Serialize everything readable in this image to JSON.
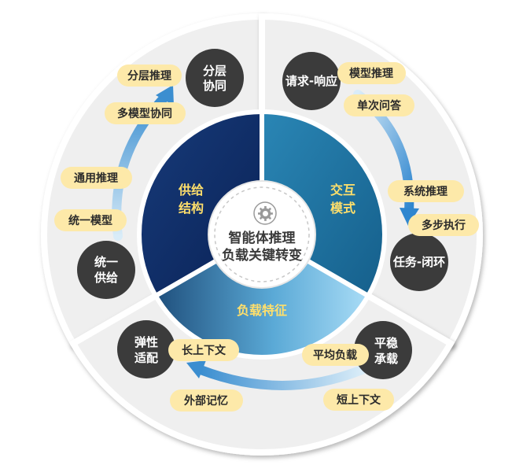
{
  "center": {
    "line1": "智能体推理",
    "line2": "负载关键转变",
    "icon": "gear-icon"
  },
  "segments": {
    "supply": {
      "line1": "供给",
      "line2": "结构"
    },
    "interaction": {
      "line1": "交互",
      "line2": "模式"
    },
    "load": {
      "label": "负载特征"
    }
  },
  "nodes": {
    "layered": {
      "line1": "分层",
      "line2": "协同"
    },
    "request": {
      "label": "请求-响应"
    },
    "task": {
      "label": "任务-闭环"
    },
    "stable": {
      "line1": "平稳",
      "line2": "承载"
    },
    "elastic": {
      "line1": "弹性",
      "line2": "适配"
    },
    "unified": {
      "line1": "统一",
      "line2": "供给"
    }
  },
  "pills": {
    "layered_reasoning": "分层推理",
    "multi_model": "多模型协同",
    "general_reasoning": "通用推理",
    "unified_model": "统一模型",
    "model_reasoning": "模型推理",
    "single_qa": "单次问答",
    "system_reasoning": "系统推理",
    "multi_step": "多步执行",
    "avg_load": "平均负载",
    "short_context": "短上下文",
    "long_context": "长上下文",
    "external_memory": "外部记忆"
  },
  "colors": {
    "supply_segment": "#0e2a63",
    "interaction_segment": "#1b6e9a",
    "load_segment": "#4fa3d1",
    "node_circle": "#3b3b3b",
    "pill_fill": "#fde9a9",
    "ring": "#eeeeee"
  }
}
